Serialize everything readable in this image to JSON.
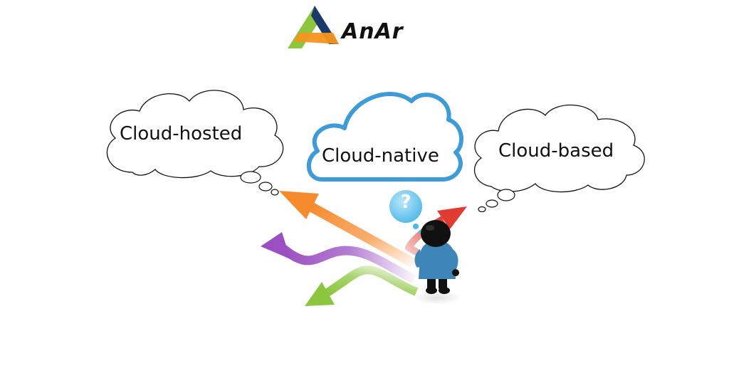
{
  "logo": {
    "brand_name": "AnAr",
    "colors": {
      "green": "#8CC63F",
      "navy": "#1B3A6B",
      "orange": "#F7941D"
    }
  },
  "clouds": {
    "hosted_label": "Cloud-hosted",
    "native_label": "Cloud-native",
    "based_label": "Cloud-based",
    "native_outline_color": "#3D9BD8"
  },
  "person": {
    "question_mark": "?",
    "shirt_color": "#3E86B8"
  },
  "arrows": {
    "colors": [
      "#F68B2E",
      "#9B4FC2",
      "#8CC63F",
      "#E03C31"
    ]
  }
}
